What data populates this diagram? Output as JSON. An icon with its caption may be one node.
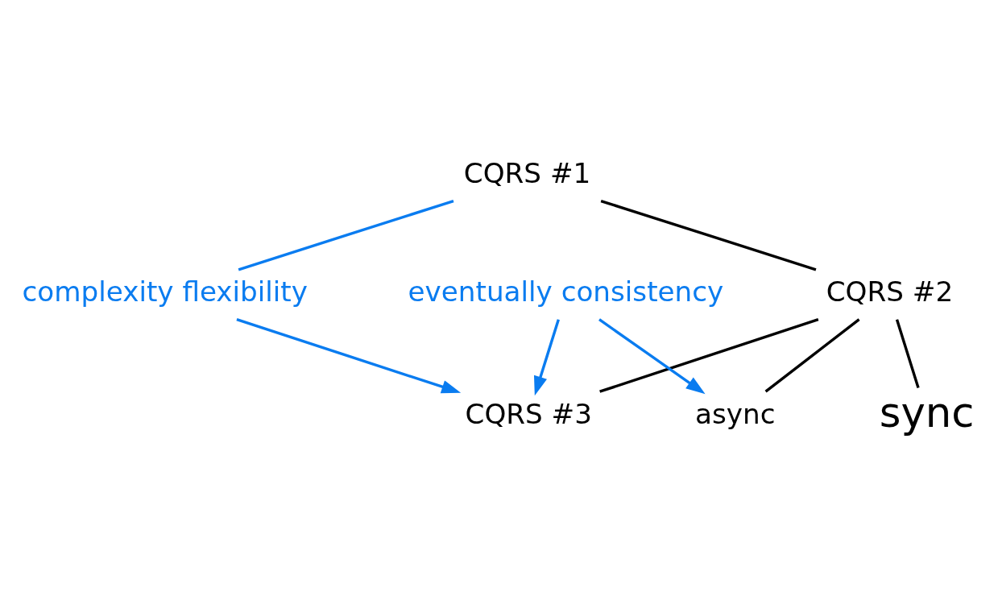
{
  "diagram": {
    "nodes": [
      {
        "text": [
          "CQRS #1"
        ]
      },
      {
        "text": [
          "CQRS #2"
        ]
      },
      {
        "text": [
          "sync"
        ]
      },
      {
        "text": [
          "async"
        ]
      },
      {
        "text": [
          "CQRS #3"
        ]
      },
      {
        "text": [
          "complexity flexibility"
        ]
      },
      {
        "text": [
          "eventually consistency"
        ]
      }
    ],
    "edges": [
      {
        "from": 0,
        "to": 1,
        "arrow": "none"
      },
      {
        "from": 1,
        "to": 4,
        "arrow": "none"
      },
      {
        "from": 1,
        "to": 2,
        "arrow": "none"
      },
      {
        "from": 1,
        "to": 3,
        "arrow": "none"
      },
      {
        "from": 0,
        "to": 5,
        "arrow": "none",
        "color": "#0a7cf0"
      },
      {
        "from": 5,
        "to": 4,
        "arrow": "to",
        "color": "#0a7cf0"
      },
      {
        "from": 6,
        "to": 3,
        "arrow": "to",
        "color": "#0a7cf0"
      },
      {
        "from": 6,
        "to": 4,
        "arrow": "to",
        "color": "#0a7cf0"
      }
    ]
  }
}
